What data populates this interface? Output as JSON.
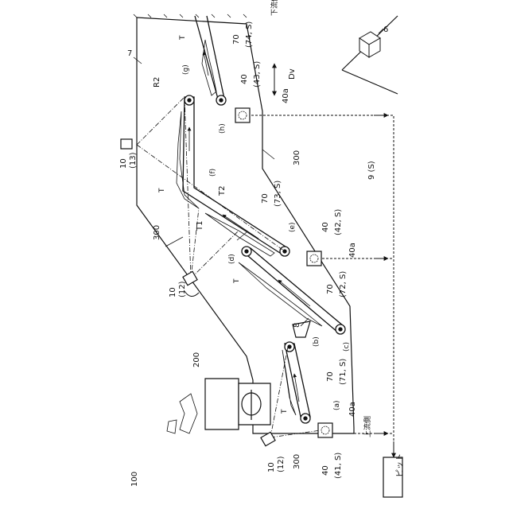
{
  "labels": {
    "fig_number": "100",
    "facility": "7",
    "region": "R2",
    "camera_13": [
      "10",
      "(13)"
    ],
    "camera_12_mid": [
      "10",
      "(12)"
    ],
    "camera_12_low": [
      "10",
      "(12)"
    ],
    "crusher": "200",
    "feeder": "8",
    "wall_upper": "300",
    "wall_mid": "300",
    "wall_low": "300",
    "belt_74": [
      "70",
      "(74, S)"
    ],
    "belt_73": [
      "70",
      "(73, S)"
    ],
    "belt_72": [
      "70",
      "(72, S)"
    ],
    "belt_71": [
      "70",
      "(71, S)"
    ],
    "unit_43": [
      "40",
      "(43, S)"
    ],
    "unit_42": [
      "40",
      "(42, S)"
    ],
    "unit_41": [
      "40",
      "(41, S)"
    ],
    "antenna_1": "40a",
    "antenna_2": "40a",
    "antenna_3": "40a",
    "signal": "9 (S)",
    "server": "6",
    "direction": "Dv",
    "downstream": "下流側",
    "upstream": "上流側",
    "pit": "ピット",
    "T1": "T1",
    "T2": "T2",
    "T": "T",
    "pulleys": [
      "(a)",
      "(b)",
      "(c)",
      "(d)",
      "(e)",
      "(f)",
      "(g)",
      "(h)"
    ]
  }
}
